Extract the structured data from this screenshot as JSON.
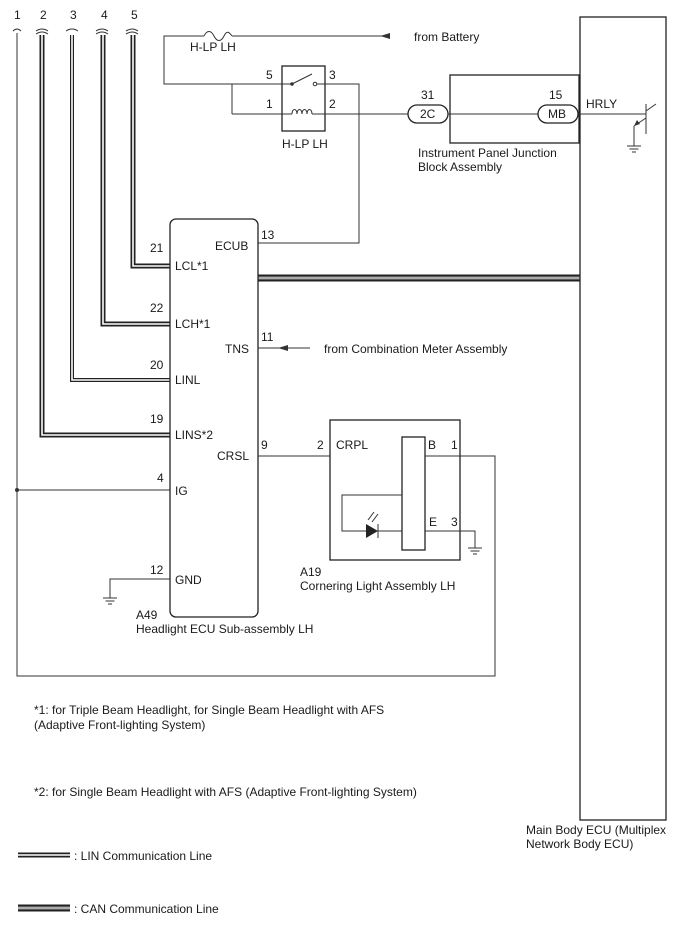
{
  "wire_numbers": [
    "1",
    "2",
    "3",
    "4",
    "5"
  ],
  "fuse": {
    "label": "H-LP LH"
  },
  "from_battery": "from Battery",
  "relay": {
    "label": "H-LP LH",
    "pin5": "5",
    "pin3": "3",
    "pin1": "1",
    "pin2": "2"
  },
  "junction": {
    "pin_a": "31",
    "conn_a": "2C",
    "pin_b": "15",
    "conn_b": "MB",
    "signal": "HRLY",
    "name_line1": "Instrument Panel Junction",
    "name_line2": "Block Assembly"
  },
  "headlight_ecu": {
    "code": "A49",
    "name": "Headlight ECU Sub-assembly LH",
    "pins": {
      "ecub_num": "13",
      "ecub": "ECUB",
      "lcl_num": "21",
      "lcl": "LCL*1",
      "lch_num": "22",
      "lch": "LCH*1",
      "tns_num": "11",
      "tns": "TNS",
      "linl_num": "20",
      "linl": "LINL",
      "lins_num": "19",
      "lins": "LINS*2",
      "crsl_num": "9",
      "crsl": "CRSL",
      "ig_num": "4",
      "ig": "IG",
      "gnd_num": "12",
      "gnd": "GND"
    }
  },
  "from_combination": "from Combination Meter Assembly",
  "cornering": {
    "code": "A19",
    "name": "Cornering Light Assembly LH",
    "crpl_num": "2",
    "crpl": "CRPL",
    "b": "B",
    "b_num": "1",
    "e": "E",
    "e_num": "3"
  },
  "notes": {
    "n1_line1": "*1: for Triple Beam Headlight, for Single Beam Headlight with AFS",
    "n1_line2": "(Adaptive Front-lighting System)",
    "n2": "*2: for Single Beam Headlight with AFS (Adaptive Front-lighting System)"
  },
  "main_body": {
    "line1": "Main Body ECU (Multiplex",
    "line2": "Network Body ECU)"
  },
  "legend": {
    "lin": ": LIN Communication Line",
    "can": ": CAN Communication Line"
  }
}
